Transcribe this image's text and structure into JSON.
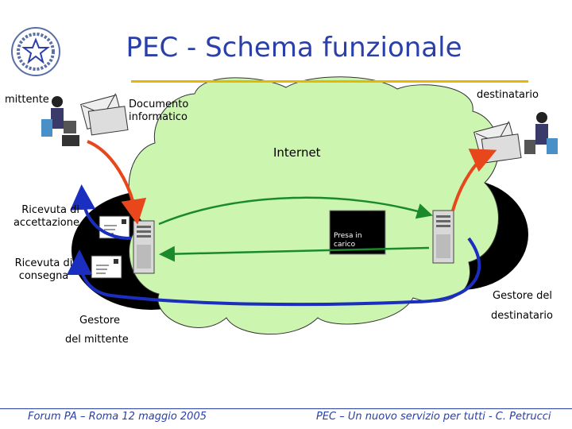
{
  "slide": {
    "title": "PEC - Schema funzionale",
    "labels": {
      "sender": "mittente",
      "recipient": "destinatario",
      "document": "Documento\ninformatico",
      "internet": "Internet",
      "acceptance_receipt": "Ricevuta di\naccettazione",
      "delivery_receipt": "Ricevuta di\nconsegna",
      "taken_in_charge": "Presa in\ncarico",
      "sender_provider_1": "Gestore",
      "sender_provider_2": "del mittente",
      "recipient_provider_1": "Gestore del",
      "recipient_provider_2": "destinatario"
    },
    "footer": {
      "left": "Forum PA – Roma 12 maggio 2005",
      "right": "PEC – Un nuovo servizio per tutti  - C. Petrucci"
    },
    "colors": {
      "title": "#2a3fa8",
      "rule": "#e6b800",
      "cloud": "#ccf5b0",
      "arrow_orange": "#e8471c",
      "arrow_blue": "#1a2fc0",
      "arrow_green": "#1a8a2a"
    },
    "icons": [
      "emblem-icon",
      "user-at-computer-icon",
      "envelope-icon",
      "server-icon",
      "receipt-envelope-icon"
    ]
  }
}
